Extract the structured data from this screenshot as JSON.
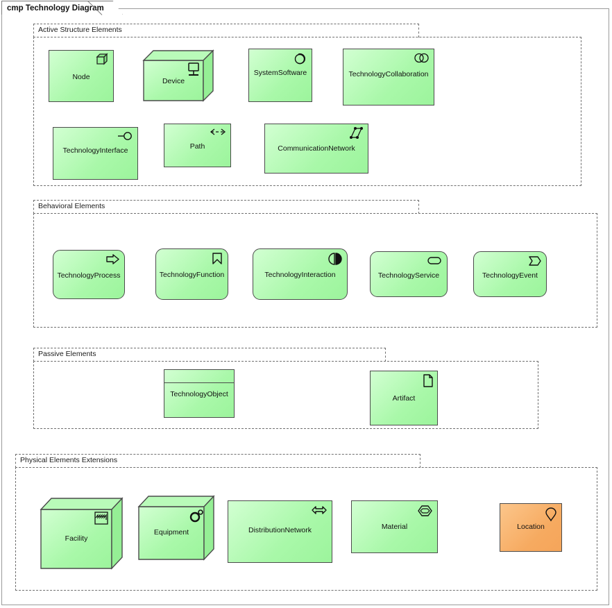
{
  "window": {
    "title": "cmp Technology Diagram"
  },
  "groups": [
    {
      "label": "Active Structure Elements"
    },
    {
      "label": "Behavioral Elements"
    },
    {
      "label": "Passive Elements"
    },
    {
      "label": "Physical Elements Extensions"
    }
  ],
  "elements": {
    "node": {
      "label": "Node",
      "icon": "node-3dbox-icon",
      "shape": "rectangle",
      "color": "#a9f8a9"
    },
    "device": {
      "label": "Device",
      "icon": "device-monitor-icon",
      "shape": "box3d",
      "color": "#a9f8a9"
    },
    "system_software": {
      "label": "SystemSoftware",
      "icon": "system-software-circle-icon",
      "shape": "rectangle",
      "color": "#a9f8a9"
    },
    "technology_collaboration": {
      "label": "TechnologyCollaboration",
      "icon": "collaboration-two-circles-icon",
      "shape": "rectangle",
      "color": "#a9f8a9"
    },
    "technology_interface": {
      "label": "TechnologyInterface",
      "icon": "interface-lollipop-icon",
      "shape": "rectangle",
      "color": "#a9f8a9"
    },
    "path": {
      "label": "Path",
      "icon": "path-double-arrow-icon",
      "shape": "rectangle",
      "color": "#a9f8a9"
    },
    "communication_network": {
      "label": "CommunicationNetwork",
      "icon": "network-nodes-icon",
      "shape": "rectangle",
      "color": "#a9f8a9"
    },
    "technology_process": {
      "label": "TechnologyProcess",
      "icon": "process-arrow-icon",
      "shape": "rounded-rectangle",
      "color": "#a9f8a9"
    },
    "technology_function": {
      "label": "TechnologyFunction",
      "icon": "function-arrow-icon",
      "shape": "rounded-rectangle",
      "color": "#a9f8a9"
    },
    "technology_interaction": {
      "label": "TechnologyInteraction",
      "icon": "interaction-split-circle-icon",
      "shape": "rounded-rectangle",
      "color": "#a9f8a9"
    },
    "technology_service": {
      "label": "TechnologyService",
      "icon": "service-pill-icon",
      "shape": "rounded-rectangle",
      "color": "#a9f8a9"
    },
    "technology_event": {
      "label": "TechnologyEvent",
      "icon": "event-flag-icon",
      "shape": "rounded-rectangle",
      "color": "#a9f8a9"
    },
    "technology_object": {
      "label": "TechnologyObject",
      "icon": "object-header-icon",
      "shape": "object-rectangle",
      "color": "#a9f8a9"
    },
    "artifact": {
      "label": "Artifact",
      "icon": "artifact-document-icon",
      "shape": "rectangle",
      "color": "#a9f8a9"
    },
    "facility": {
      "label": "Facility",
      "icon": "facility-factory-icon",
      "shape": "box3d",
      "color": "#a9f8a9"
    },
    "equipment": {
      "label": "Equipment",
      "icon": "equipment-gear-icon",
      "shape": "box3d",
      "color": "#a9f8a9"
    },
    "distribution_network": {
      "label": "DistributionNetwork",
      "icon": "distribution-bidirectional-arrow-icon",
      "shape": "rectangle",
      "color": "#a9f8a9"
    },
    "material": {
      "label": "Material",
      "icon": "material-hexagon-icon",
      "shape": "rectangle",
      "color": "#a9f8a9"
    },
    "location": {
      "label": "Location",
      "icon": "location-pin-icon",
      "shape": "rectangle",
      "color": "#f6aa60"
    }
  },
  "colors": {
    "technology_fill": "#a9f8a9",
    "location_fill": "#f6aa60",
    "element_stroke": "#4b4b4b",
    "group_stroke": "#6f6f6f",
    "frame_stroke": "#9a9a9a"
  }
}
